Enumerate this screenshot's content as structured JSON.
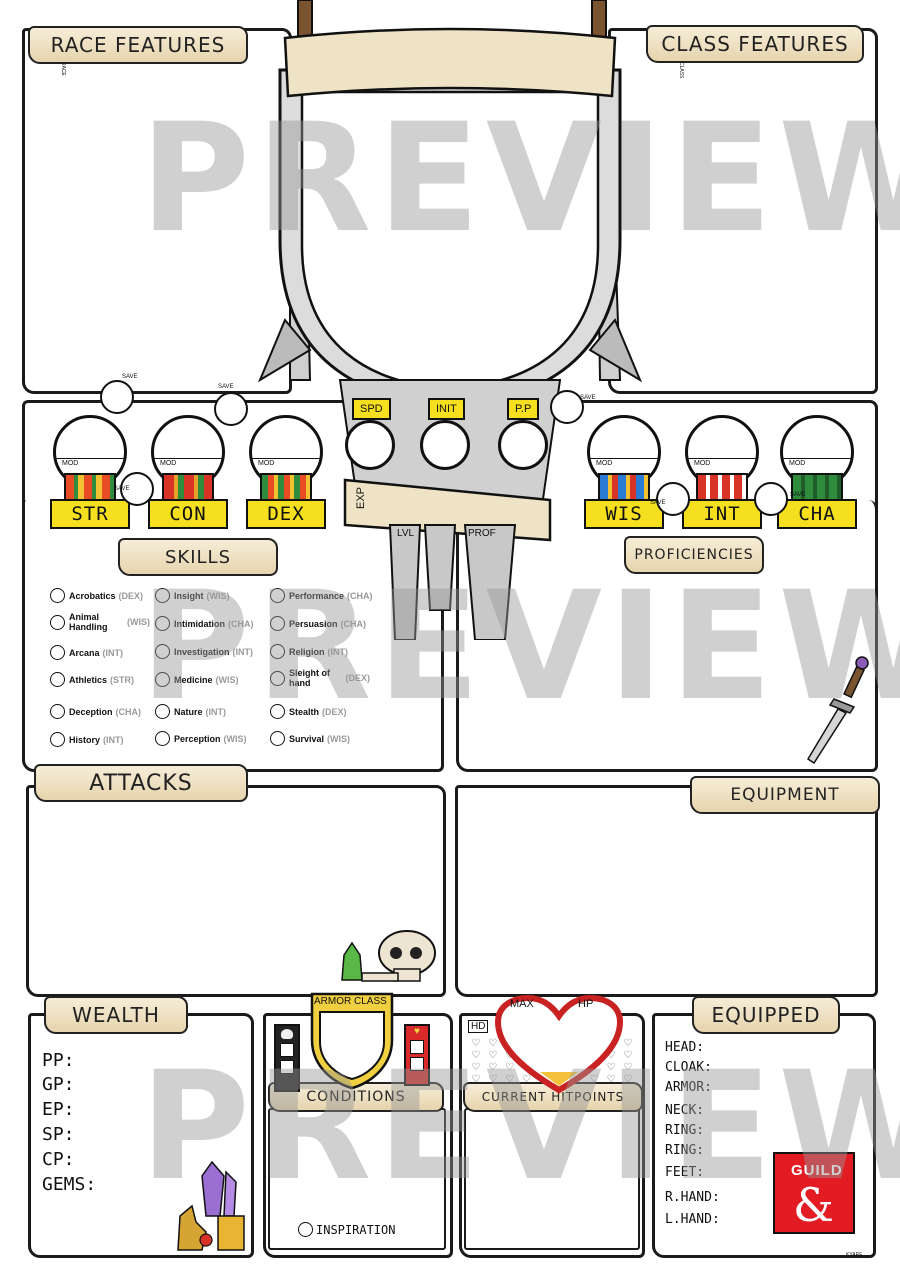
{
  "sections": {
    "race_features": "RACE FEATURES",
    "class_features": "CLASS FEATURES",
    "skills": "SKILLS",
    "proficiencies": "PROFICIENCIES",
    "attacks": "ATTACKS",
    "equipment": "EQUIPMENT",
    "wealth": "WEALTH",
    "armor_class": "ARMOR CLASS",
    "conditions": "CONDITIONS",
    "current_hitpoints": "CURRENT HITPOINTS",
    "equipped": "EQUIPPED",
    "inspiration": "INSPIRATION"
  },
  "side_labels": {
    "race": "RACE",
    "class": "CLASS"
  },
  "abilities": [
    {
      "label": "STR",
      "mod": "MOD",
      "save": "SAVE"
    },
    {
      "label": "CON",
      "mod": "MOD",
      "save": "SAVE"
    },
    {
      "label": "DEX",
      "mod": "MOD",
      "save": "SAVE"
    },
    {
      "label": "WIS",
      "mod": "MOD",
      "save": "SAVE"
    },
    {
      "label": "INT",
      "mod": "MOD",
      "save": "SAVE"
    },
    {
      "label": "CHA",
      "mod": "MOD",
      "save": "SAVE"
    }
  ],
  "combat": {
    "speed": "SPD",
    "initiative": "INIT",
    "passive_perception": "P.P",
    "experience": "EXP",
    "level": "LVL",
    "proficiency": "PROF"
  },
  "hp": {
    "max": "MAX",
    "hp": "HP",
    "hit_dice": "HD"
  },
  "skills": [
    {
      "name": "Acrobatics",
      "abbr": "(DEX)"
    },
    {
      "name": "Animal Handling",
      "abbr": "(WIS)"
    },
    {
      "name": "Arcana",
      "abbr": "(INT)"
    },
    {
      "name": "Athletics",
      "abbr": "(STR)"
    },
    {
      "name": "Deception",
      "abbr": "(CHA)"
    },
    {
      "name": "History",
      "abbr": "(INT)"
    },
    {
      "name": "Insight",
      "abbr": "(WIS)"
    },
    {
      "name": "Intimidation",
      "abbr": "(CHA)"
    },
    {
      "name": "Investigation",
      "abbr": "(INT)"
    },
    {
      "name": "Medicine",
      "abbr": "(WIS)"
    },
    {
      "name": "Nature",
      "abbr": "(INT)"
    },
    {
      "name": "Perception",
      "abbr": "(WIS)"
    },
    {
      "name": "Performance",
      "abbr": "(CHA)"
    },
    {
      "name": "Persuasion",
      "abbr": "(CHA)"
    },
    {
      "name": "Religion",
      "abbr": "(INT)"
    },
    {
      "name": "Sleight of hand",
      "abbr": "(DEX)"
    },
    {
      "name": "Stealth",
      "abbr": "(DEX)"
    },
    {
      "name": "Survival",
      "abbr": "(WIS)"
    }
  ],
  "wealth_lines": [
    "PP:",
    "GP:",
    "EP:",
    "SP:",
    "CP:",
    "GEMS:"
  ],
  "equipped_lines": [
    "HEAD:",
    "CLOAK:",
    "ARMOR:",
    "NECK:",
    "RING:",
    "RING:",
    "FEET:",
    "R.HAND:",
    "L.HAND:"
  ],
  "watermark": "PREVIEW",
  "logo": {
    "text": "GUILD"
  },
  "artist": "KYARE",
  "colors": {
    "banner": "#ecdcb8",
    "stat_label": "#f5df1f",
    "heart": "#d82a2a",
    "watermark": "#969696"
  }
}
